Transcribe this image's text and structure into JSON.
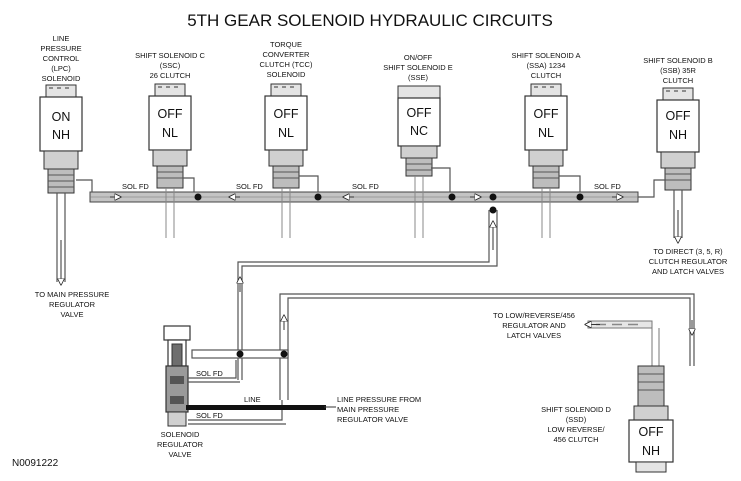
{
  "title": "5TH GEAR SOLENOID HYDRAULIC CIRCUITS",
  "solenoids": [
    {
      "label": [
        "LINE",
        "PRESSURE",
        "CONTROL",
        "(LPC)",
        "SOLENOID"
      ],
      "state": [
        "ON",
        "NH"
      ]
    },
    {
      "label": [
        "SHIFT SOLENOID C",
        "(SSC)",
        "26 CLUTCH"
      ],
      "state": [
        "OFF",
        "NL"
      ]
    },
    {
      "label": [
        "TORQUE",
        "CONVERTER",
        "CLUTCH (TCC)",
        "SOLENOID"
      ],
      "state": [
        "OFF",
        "NL"
      ]
    },
    {
      "label": [
        "ON/OFF",
        "SHIFT SOLENOID E",
        "(SSE)"
      ],
      "state": [
        "OFF",
        "NC"
      ]
    },
    {
      "label": [
        "SHIFT SOLENOID A",
        "(SSA) 1234",
        "CLUTCH"
      ],
      "state": [
        "OFF",
        "NL"
      ]
    },
    {
      "label": [
        "SHIFT SOLENOID B",
        "(SSB) 35R",
        "CLUTCH"
      ],
      "state": [
        "OFF",
        "NH"
      ]
    }
  ],
  "solenoid_d": {
    "label": [
      "SHIFT SOLENOID D",
      "(SSD)",
      "LOW REVERSE/",
      "456 CLUTCH"
    ],
    "state": [
      "OFF",
      "NH"
    ]
  },
  "line_labels": {
    "sol_fd": "SOL FD",
    "line": "LINE"
  },
  "callouts": {
    "main_pressure": [
      "TO MAIN PRESSURE",
      "REGULATOR",
      "VALVE"
    ],
    "direct": [
      "TO DIRECT (3, 5, R)",
      "CLUTCH REGULATOR",
      "AND LATCH VALVES"
    ],
    "low_reverse": [
      "TO LOW/REVERSE/456",
      "REGULATOR AND",
      "LATCH VALVES"
    ],
    "line_pressure_from": [
      "LINE PRESSURE FROM",
      "MAIN PRESSURE",
      "REGULATOR VALVE"
    ],
    "regulator": [
      "SOLENOID",
      "REGULATOR",
      "VALVE"
    ]
  },
  "figure_code": "N0091222"
}
